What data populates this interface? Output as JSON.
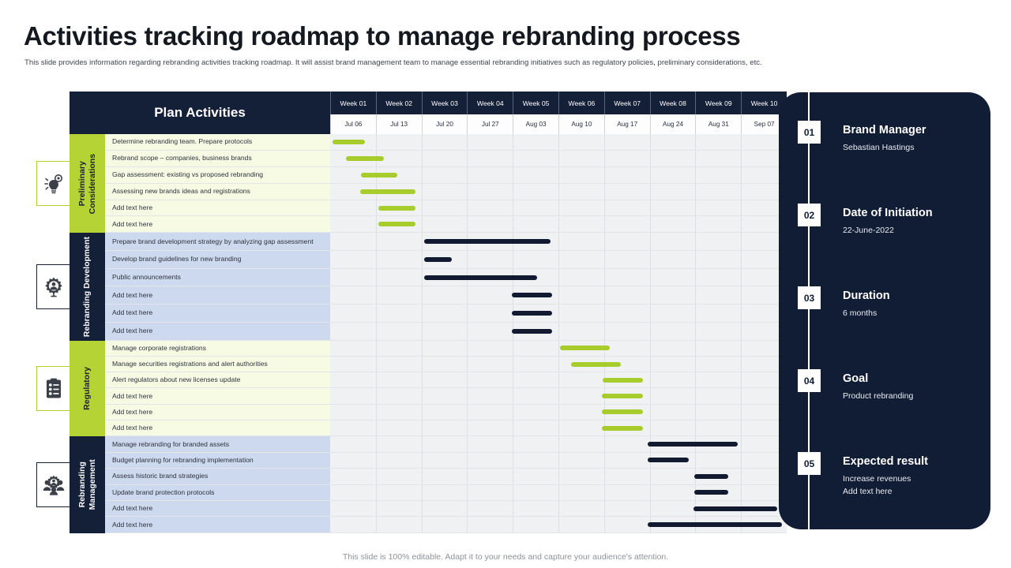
{
  "header": {
    "title": "Activities tracking roadmap to manage rebranding process",
    "subtitle": "This slide provides information regarding rebranding activities tracking roadmap. It will assist brand management team to manage essential rebranding initiatives such as regulatory policies, preliminary considerations, etc."
  },
  "table": {
    "plan_header": "Plan Activities",
    "weeks": [
      {
        "week": "Week 01",
        "date": "Jul 06"
      },
      {
        "week": "Week 02",
        "date": "Jul 13"
      },
      {
        "week": "Week 03",
        "date": "Jul 20"
      },
      {
        "week": "Week 04",
        "date": "Jul 27"
      },
      {
        "week": "Week 05",
        "date": "Aug 03"
      },
      {
        "week": "Week 06",
        "date": "Aug 10"
      },
      {
        "week": "Week 07",
        "date": "Aug 17"
      },
      {
        "week": "Week 08",
        "date": "Aug 24"
      },
      {
        "week": "Week 09",
        "date": "Aug 31"
      },
      {
        "week": "Week 10",
        "date": "Sep 07"
      }
    ],
    "sections": [
      {
        "label": "Preliminary Considerations",
        "theme": "green",
        "bar_color": "#a7cc2b",
        "icon": "lightbulb-gear-icon",
        "rows": [
          {
            "label": "Determine rebranding  team. Prepare  protocols",
            "start": 0.0,
            "end": 0.82
          },
          {
            "label": "Rebrand scope – companies, business brands",
            "start": 0.3,
            "end": 1.22
          },
          {
            "label": "Gap assessment: existing vs proposed rebranding",
            "start": 0.62,
            "end": 1.52
          },
          {
            "label": "Assessing new brands ideas and registrations",
            "start": 0.6,
            "end": 1.92
          },
          {
            "label": "Add text here",
            "start": 1.0,
            "end": 1.92
          },
          {
            "label": "Add text here",
            "start": 1.0,
            "end": 1.92
          }
        ]
      },
      {
        "label": "Rebranding Development",
        "theme": "navy",
        "bar_color": "#111a31",
        "icon": "gear-people-icon",
        "rows": [
          {
            "label": "Prepare  brand development strategy by analyzing gap assessment",
            "start": 2.0,
            "end": 4.88
          },
          {
            "label": "Develop brand guidelines for new  branding",
            "start": 2.0,
            "end": 2.72
          },
          {
            "label": "Public announcements",
            "start": 2.0,
            "end": 4.58
          },
          {
            "label": "Add text here",
            "start": 3.92,
            "end": 4.92
          },
          {
            "label": "Add text here",
            "start": 3.92,
            "end": 4.92
          },
          {
            "label": "Add text here",
            "start": 3.92,
            "end": 4.92
          }
        ]
      },
      {
        "label": "Regulatory",
        "theme": "green",
        "bar_color": "#a7cc2b",
        "icon": "clipboard-checklist-icon",
        "rows": [
          {
            "label": "Manage  corporate registrations",
            "start": 4.98,
            "end": 6.18
          },
          {
            "label": "Manage  securities registrations and alert authorities",
            "start": 5.22,
            "end": 6.42
          },
          {
            "label": "Alert regulators about new  licenses update",
            "start": 5.92,
            "end": 6.9
          },
          {
            "label": "Add text here",
            "start": 5.9,
            "end": 6.9
          },
          {
            "label": "Add text here",
            "start": 5.9,
            "end": 6.9
          },
          {
            "label": "Add text here",
            "start": 5.9,
            "end": 6.9
          }
        ]
      },
      {
        "label": "Rebranding Management",
        "theme": "navy",
        "bar_color": "#111a31",
        "icon": "team-gear-icon",
        "rows": [
          {
            "label": "Manage  rebranding  for branded  assets",
            "start": 6.9,
            "end": 8.98
          },
          {
            "label": "Budget planning  for rebranding  implementation",
            "start": 6.9,
            "end": 7.9
          },
          {
            "label": "Assess historic brand strategies",
            "start": 7.92,
            "end": 8.78
          },
          {
            "label": "Update brand protection protocols",
            "start": 7.92,
            "end": 8.78
          },
          {
            "label": "Add text here",
            "start": 7.9,
            "end": 9.85
          },
          {
            "label": "Add text here",
            "start": 6.9,
            "end": 9.95
          }
        ]
      }
    ]
  },
  "panel": {
    "items": [
      {
        "num": "01",
        "title": "Brand Manager",
        "sub": "Sebastian Hastings"
      },
      {
        "num": "02",
        "title": "Date of Initiation",
        "sub": "22-June-2022"
      },
      {
        "num": "03",
        "title": "Duration",
        "sub": "6 months"
      },
      {
        "num": "04",
        "title": "Goal",
        "sub": "Product rebranding"
      },
      {
        "num": "05",
        "title": "Expected result",
        "sub": "Increase  revenues\nAdd text here"
      }
    ]
  },
  "footer": {
    "text": "This slide is 100% editable. Adapt it to your needs and capture your audience's attention."
  },
  "colors": {
    "navy": "#141f38",
    "green": "#b5d334",
    "bar_green": "#a7cc2b",
    "bar_navy": "#111a31",
    "row_green_bg": "#f7fbe4",
    "row_navy_bg": "#ccd9ef",
    "grid_bg": "#f0f1f2"
  }
}
